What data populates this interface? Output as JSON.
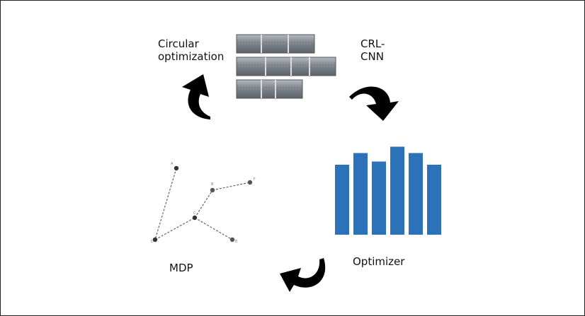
{
  "labels": {
    "circular_line1": "Circular",
    "circular_line2": "optimization",
    "crl_line1": "CRL-",
    "crl_line2": "CNN",
    "mdp": "MDP",
    "optimizer": "Optimizer"
  },
  "graph_nodes": [
    "A",
    "B",
    "F",
    "C",
    "D",
    "E"
  ],
  "bars": [
    0.66,
    0.77,
    0.69,
    0.83,
    0.77,
    0.66
  ],
  "colors": {
    "bar": "#2b72b8",
    "arrow": "#000000",
    "server": "#8a9097",
    "graph": "#666666"
  },
  "icons": [
    "server-rack-icon",
    "curved-arrow-icon"
  ]
}
